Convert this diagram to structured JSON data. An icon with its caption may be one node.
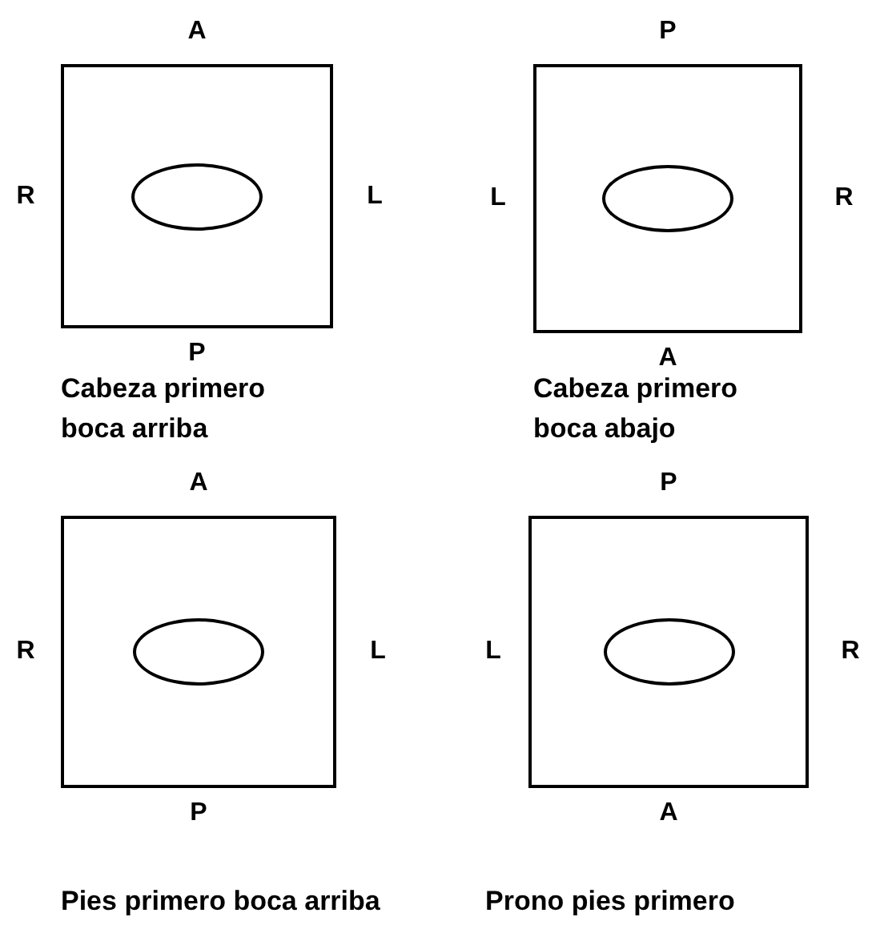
{
  "diagram": {
    "nodes": [
      {
        "text": [],
        "shape": "box",
        "beside": [
          "A",
          "R",
          "L",
          "P",
          "Cabeza primero boca arriba"
        ]
      },
      {
        "text": [],
        "shape": "ellipse",
        "in": 0
      },
      {
        "text": [],
        "shape": "box",
        "beside": [
          "P",
          "L",
          "R",
          "A",
          "Cabeza primero boca abajo"
        ]
      },
      {
        "text": [],
        "shape": "ellipse",
        "in": 2
      },
      {
        "text": [],
        "shape": "box",
        "beside": [
          "A",
          "R",
          "L",
          "P",
          "Pies primero boca arriba"
        ]
      },
      {
        "text": [],
        "shape": "ellipse",
        "in": 4
      },
      {
        "text": [],
        "shape": "box",
        "beside": [
          "P",
          "L",
          "R",
          "A",
          "Prono pies primero"
        ]
      },
      {
        "text": [],
        "shape": "ellipse",
        "in": 6
      }
    ]
  }
}
